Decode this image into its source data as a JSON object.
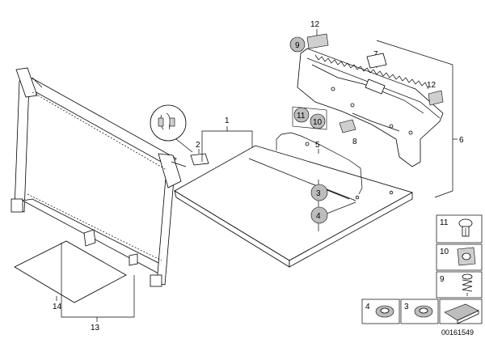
{
  "drawing_number": "00161549",
  "callouts": {
    "c1": "1",
    "c2": "2",
    "c3": "3",
    "c4": "4",
    "c5": "5",
    "c6": "6",
    "c7": "7",
    "c8": "8",
    "c9": "9",
    "c10": "10",
    "c11": "11",
    "c12a": "12",
    "c12b": "12",
    "c13": "13",
    "c14": "14"
  },
  "legend": {
    "l11": "11",
    "l10": "10",
    "l9": "9",
    "l4": "4",
    "l3": "3"
  }
}
